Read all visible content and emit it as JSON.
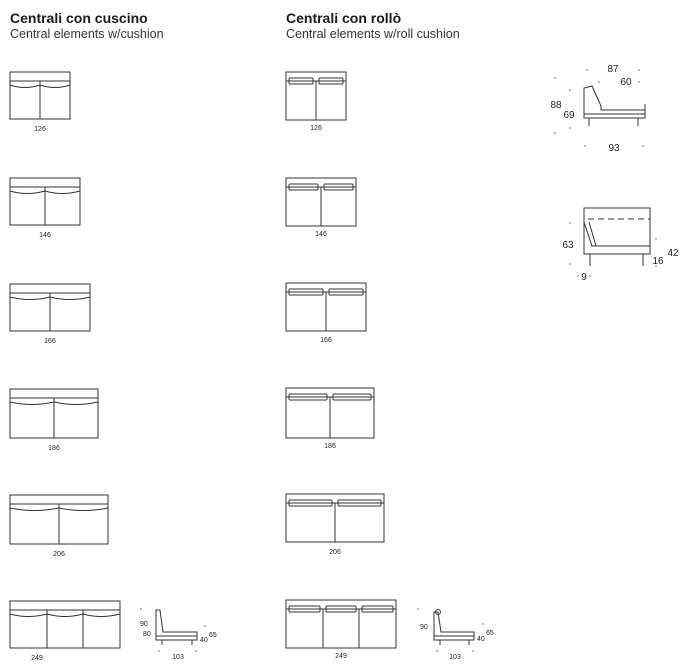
{
  "headings": {
    "cushion_title": "Centrali con cuscino",
    "cushion_subtitle": "Central elements w/cushion",
    "roll_title": "Centrali con rollò",
    "roll_subtitle": "Central elements w/roll cushion"
  },
  "cushion_widths": [
    "126",
    "146",
    "166",
    "186",
    "206",
    "249"
  ],
  "roll_widths": [
    "126",
    "146",
    "166",
    "186",
    "206",
    "249"
  ],
  "side_cushion": {
    "h_total": "90",
    "h_back": "80",
    "seat": "65",
    "leg": "40",
    "depth": "103"
  },
  "side_roll": {
    "h_total": "90",
    "seat": "65",
    "leg": "40",
    "depth": "103"
  },
  "side_large": {
    "total": "87",
    "inner": "60",
    "h_total": "88",
    "h_back": "69",
    "depth": "93"
  },
  "front_large": {
    "h_back": "63",
    "h_seat": "42",
    "leg": "16",
    "arm": "9"
  },
  "colors": {
    "line": "#333333",
    "dim": "#555555"
  }
}
